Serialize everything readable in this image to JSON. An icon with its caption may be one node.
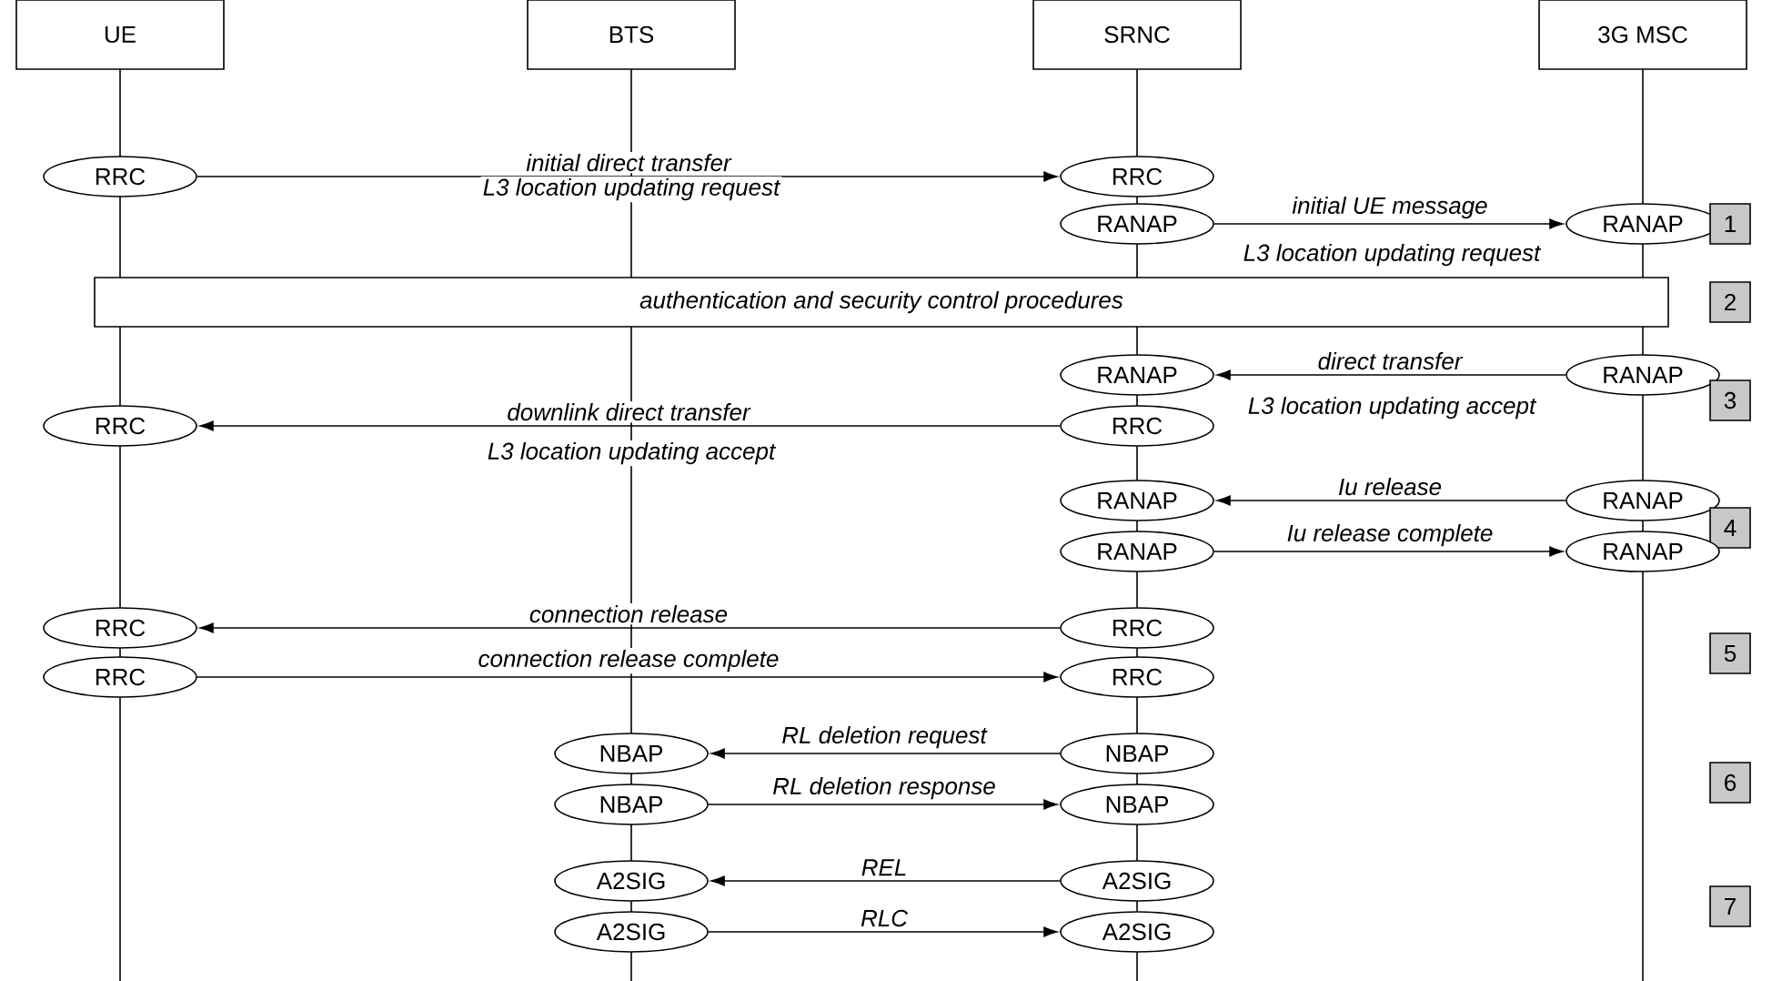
{
  "diagram": {
    "nodes": [
      {
        "text": [
          "UE"
        ]
      },
      {
        "text": [
          "BTS"
        ]
      },
      {
        "text": [
          "SRNC"
        ]
      },
      {
        "text": [
          "3G MSC"
        ]
      },
      {
        "text": [
          "RRC"
        ]
      },
      {
        "text": [
          "RRC"
        ]
      },
      {
        "text": [
          "RANAP"
        ]
      },
      {
        "text": [
          "RANAP"
        ]
      },
      {
        "text": [
          "1"
        ]
      },
      {
        "text": [
          "authentication and security control procedures"
        ]
      },
      {
        "text": [
          "2"
        ]
      },
      {
        "text": [
          "RANAP"
        ]
      },
      {
        "text": [
          "RANAP"
        ]
      },
      {
        "text": [
          "3"
        ]
      },
      {
        "text": [
          "RRC"
        ]
      },
      {
        "text": [
          "RRC"
        ]
      },
      {
        "text": [
          "RANAP"
        ]
      },
      {
        "text": [
          "RANAP"
        ]
      },
      {
        "text": [
          "4"
        ]
      },
      {
        "text": [
          "RANAP"
        ]
      },
      {
        "text": [
          "RANAP"
        ]
      },
      {
        "text": [
          "RRC"
        ]
      },
      {
        "text": [
          "RRC"
        ]
      },
      {
        "text": [
          "5"
        ]
      },
      {
        "text": [
          "RRC"
        ]
      },
      {
        "text": [
          "RRC"
        ]
      },
      {
        "text": [
          "NBAP"
        ]
      },
      {
        "text": [
          "NBAP"
        ]
      },
      {
        "text": [
          "6"
        ]
      },
      {
        "text": [
          "NBAP"
        ]
      },
      {
        "text": [
          "NBAP"
        ]
      },
      {
        "text": [
          "A2SIG"
        ]
      },
      {
        "text": [
          "A2SIG"
        ]
      },
      {
        "text": [
          "7"
        ]
      },
      {
        "text": [
          "A2SIG"
        ]
      },
      {
        "text": [
          "A2SIG"
        ]
      }
    ],
    "edges": [
      {
        "from": 4,
        "to": 5,
        "arrow": "to",
        "label": "initial direct transfer"
      },
      {
        "from": 6,
        "to": 7,
        "arrow": "to",
        "label": "initial UE message"
      },
      {
        "from": 12,
        "to": 11,
        "arrow": "to",
        "label": "direct transfer"
      },
      {
        "from": 15,
        "to": 14,
        "arrow": "to",
        "label": "downlink direct transfer"
      },
      {
        "from": 17,
        "to": 16,
        "arrow": "to",
        "label": "Iu release"
      },
      {
        "from": 19,
        "to": 20,
        "arrow": "to",
        "label": "Iu release complete"
      },
      {
        "from": 22,
        "to": 21,
        "arrow": "to",
        "label": "connection release"
      },
      {
        "from": 24,
        "to": 25,
        "arrow": "to",
        "label": "connection release complete"
      },
      {
        "from": 27,
        "to": 26,
        "arrow": "to",
        "label": "RL deletion request"
      },
      {
        "from": 29,
        "to": 30,
        "arrow": "to",
        "label": "RL deletion response"
      },
      {
        "from": 32,
        "to": 31,
        "arrow": "to",
        "label": "REL"
      },
      {
        "from": 34,
        "to": 35,
        "arrow": "to",
        "label": "RLC"
      }
    ],
    "labels": [
      "L3 location updating request",
      "L3 location updating request",
      "L3 location updating accept",
      "L3 location updating accept"
    ]
  }
}
